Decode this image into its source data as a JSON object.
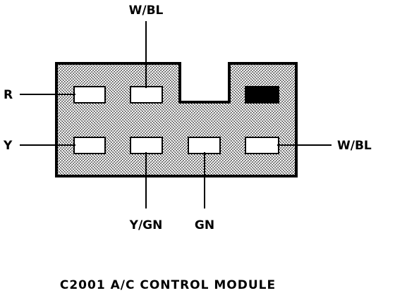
{
  "colors": {
    "ink": "#000000",
    "paper": "#ffffff",
    "stipple": "#000000"
  },
  "caption": "C2001 A/C CONTROL MODULE",
  "connector": {
    "id": "C2001",
    "name": "A/C CONTROL MODULE",
    "cavities": [
      {
        "row": "top",
        "position": 1,
        "wire_color": "R",
        "state": "used"
      },
      {
        "row": "top",
        "position": 2,
        "wire_color": "W/BL",
        "state": "used"
      },
      {
        "row": "top",
        "position": 4,
        "wire_color": "",
        "state": "blocked"
      },
      {
        "row": "bottom",
        "position": 1,
        "wire_color": "Y",
        "state": "used"
      },
      {
        "row": "bottom",
        "position": 2,
        "wire_color": "Y/GN",
        "state": "used"
      },
      {
        "row": "bottom",
        "position": 3,
        "wire_color": "GN",
        "state": "used"
      },
      {
        "row": "bottom",
        "position": 4,
        "wire_color": "W/BL",
        "state": "used"
      }
    ]
  },
  "labels": {
    "top_wbl": "W/BL",
    "left_r": "R",
    "left_y": "Y",
    "right_wbl": "W/BL",
    "bottom_ygn": "Y/GN",
    "bottom_gn": "GN"
  }
}
